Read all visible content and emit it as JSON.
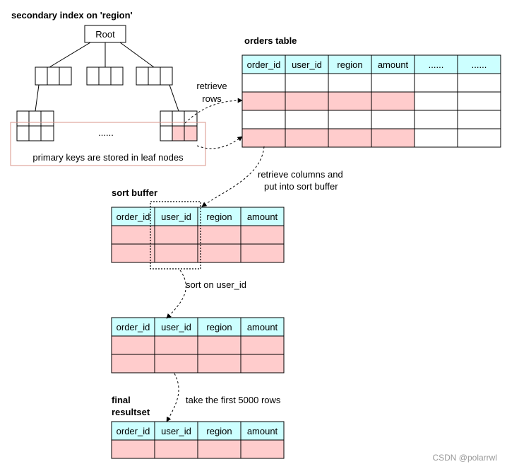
{
  "titles": {
    "index": "secondary index on 'region'",
    "orders": "orders table",
    "sort_buffer": "sort buffer",
    "final_1": "final",
    "final_2": "resultset"
  },
  "tree": {
    "root": "Root",
    "ellipsis": "......",
    "leaf_note": "primary keys are stored in leaf nodes"
  },
  "orders_table": {
    "columns": [
      "order_id",
      "user_id",
      "region",
      "amount",
      "......",
      "......"
    ],
    "rows": [
      [
        false,
        false,
        false,
        false,
        false,
        false
      ],
      [
        true,
        true,
        true,
        true,
        false,
        false
      ],
      [
        false,
        false,
        false,
        false,
        false,
        false
      ],
      [
        true,
        true,
        true,
        true,
        false,
        false
      ]
    ]
  },
  "small_tables": {
    "columns": [
      "order_id",
      "user_id",
      "region",
      "amount"
    ]
  },
  "steps": {
    "retrieve_rows_1": "retrieve",
    "retrieve_rows_2": "rows",
    "retrieve_cols_1": "retrieve columns and",
    "retrieve_cols_2": "put into sort buffer",
    "sort": "sort on user_id",
    "take": "take the first 5000 rows"
  },
  "watermark": "CSDN @polarrwl",
  "colors": {
    "header": "#ccffff",
    "highlight": "#ffcccc",
    "empty": "#ffffff",
    "note_border": "#d9968a"
  }
}
